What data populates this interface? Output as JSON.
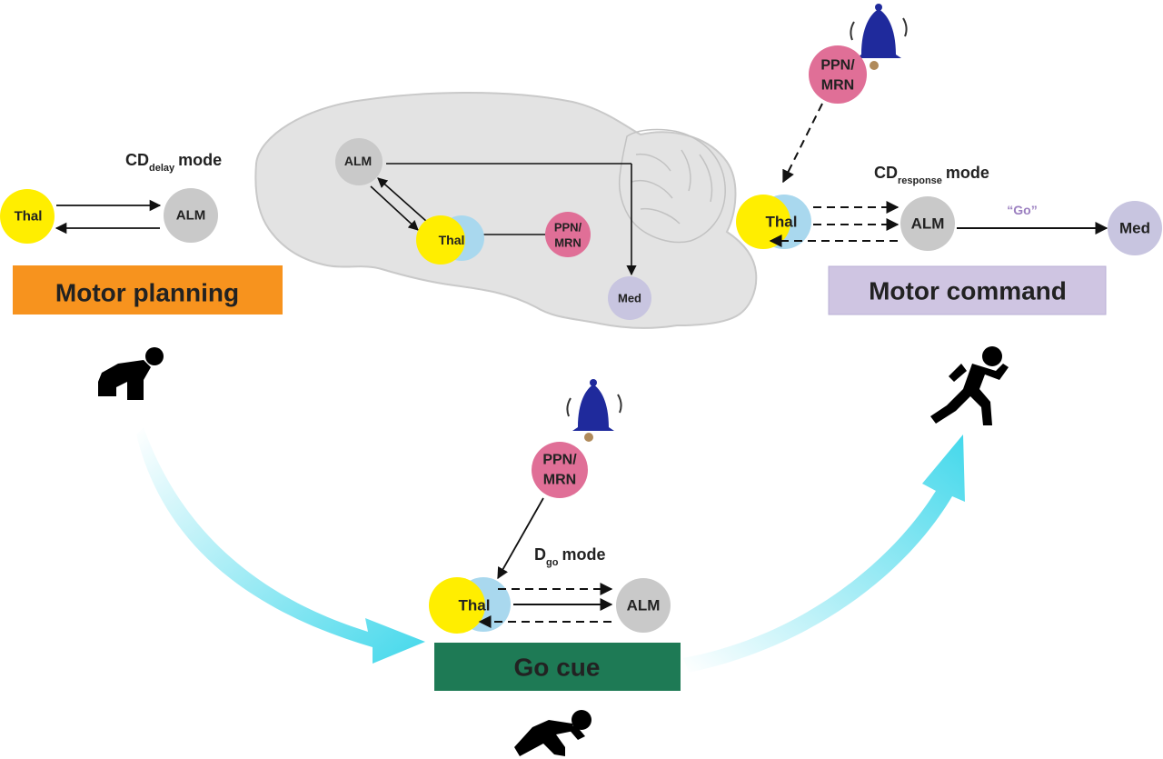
{
  "nodes": {
    "thal": "Thal",
    "alm": "ALM",
    "ppn_mrn_line1": "PPN/",
    "ppn_mrn_line2": "MRN",
    "med": "Med"
  },
  "brain": {
    "alm": "ALM",
    "thal": "Thal",
    "ppn_line1": "PPN/",
    "ppn_line2": "MRN",
    "med": "Med"
  },
  "motor_planning": {
    "mode_main": "CD",
    "mode_sub": "delay",
    "mode_word": "mode",
    "thal": "Thal",
    "alm": "ALM",
    "box_label": "Motor planning"
  },
  "motor_command": {
    "ppn_line1": "PPN/",
    "ppn_line2": "MRN",
    "mode_main": "CD",
    "mode_sub": "response",
    "mode_word": "mode",
    "thal": "Thal",
    "alm": "ALM",
    "go_quote": "“Go”",
    "med": "Med",
    "box_label": "Motor command"
  },
  "go_cue": {
    "ppn_line1": "PPN/",
    "ppn_line2": "MRN",
    "mode_main": "D",
    "mode_sub": "go",
    "mode_word": "mode",
    "thal": "Thal",
    "alm": "ALM",
    "box_label": "Go cue"
  },
  "colors": {
    "thal_yellow": "#ffee00",
    "thal_blue": "#a9d8ee",
    "alm_gray": "#c9c9c9",
    "ppn_pink": "#e06f97",
    "med_lavender": "#c8c5e0",
    "brain_fill": "#e3e3e3",
    "planning_orange": "#f7931e",
    "command_lavender": "#cfc5e2",
    "gocue_green": "#1e7a55",
    "bell_blue": "#1f2a9c",
    "arrow_cyan": "#3ad6ea"
  },
  "icons": [
    "crawling-person-icon",
    "crouching-person-icon",
    "running-person-icon",
    "bell-icon"
  ]
}
